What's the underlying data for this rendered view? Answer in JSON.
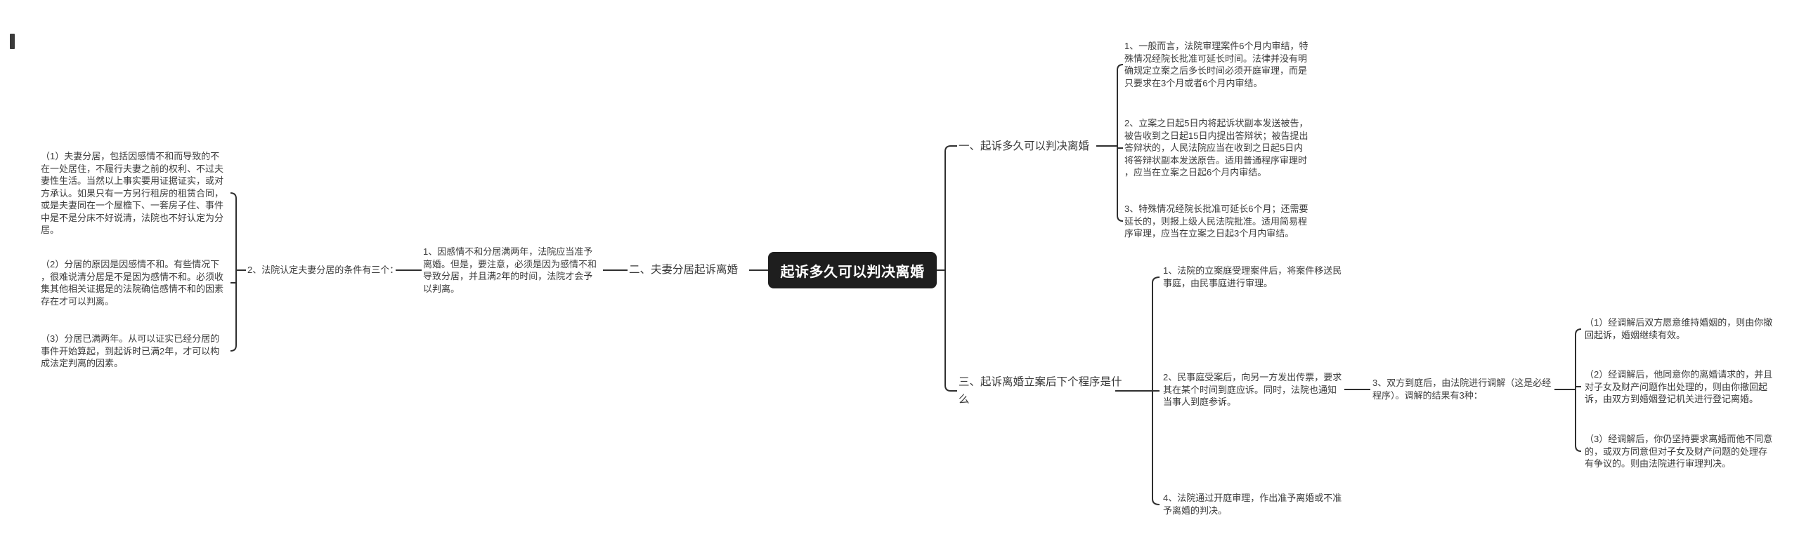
{
  "root": {
    "label": "起诉多久可以判决离婚"
  },
  "colors": {
    "root_bg": "#1e1e1e",
    "root_text": "#ffffff",
    "text": "#3c3c3c",
    "line": "#2f2f2f",
    "background": "#ffffff"
  },
  "branches": {
    "b1": {
      "label": "一、起诉多久可以判决离婚",
      "children": [
        {
          "text": "1、一般而言，法院审理案件6个月内审结，特殊情况经院长批准可延长时间。法律并没有明确规定立案之后多长时间必须开庭审理，而是只要求在3个月或者6个月内审结。"
        },
        {
          "text": "2、立案之日起5日内将起诉状副本发送被告，被告收到之日起15日内提出答辩状；被告提出答辩状的，人民法院应当在收到之日起5日内将答辩状副本发送原告。适用普通程序审理时，应当在立案之日起6个月内审结。"
        },
        {
          "text": "3、特殊情况经院长批准可延长6个月；还需要延长的，则报上级人民法院批准。适用简易程序审理，应当在立案之日起3个月内审结。"
        }
      ]
    },
    "b2": {
      "label": "二、夫妻分居起诉离婚",
      "child": {
        "text": "1、因感情不和分居满两年，法院应当准予离婚。但是，要注意，必须是因为感情不和导致分居，并且满2年的时间，法院才会予以判离。",
        "child": {
          "text": "2、法院认定夫妻分居的条件有三个：",
          "children": [
            {
              "text": "（1）夫妻分居，包括因感情不和而导致的不在一处居住，不履行夫妻之前的权利、不过夫妻性生活。当然以上事实要用证据证实，或对方承认。如果只有一方另行租房的租赁合同，或是夫妻同在一个屋檐下、一套房子住、事件中是不是分床不好说清，法院也不好认定为分居。"
            },
            {
              "text": "（2）分居的原因是因感情不和。有些情况下，很难说清分居是不是因为感情不和。必须收集其他相关证据是的法院确信感情不和的因素存在才可以判离。"
            },
            {
              "text": "（3）分居已满两年。从可以证实已经分居的事件开始算起，到起诉时已满2年，才可以构成法定判离的因素。"
            }
          ]
        }
      }
    },
    "b3": {
      "label": "三、起诉离婚立案后下个程序是什么",
      "children": [
        {
          "text": "1、法院的立案庭受理案件后，将案件移送民事庭，由民事庭进行审理。"
        },
        {
          "text": "2、民事庭受案后，向另一方发出传票，要求其在某个时间到庭应诉。同时，法院也通知当事人到庭参诉。",
          "child": {
            "text": "3、双方到庭后，由法院进行调解（这是必经程序）。调解的结果有3种：",
            "children": [
              {
                "text": "（1）经调解后双方愿意维持婚姻的，则由你撤回起诉，婚姻继续有效。"
              },
              {
                "text": "（2）经调解后，他同意你的离婚请求的，并且对子女及财产问题作出处理的，则由你撤回起诉，由双方到婚姻登记机关进行登记离婚。"
              },
              {
                "text": "（3）经调解后，你仍坚持要求离婚而他不同意的，或双方同意但对子女及财产问题的处理存有争议的。则由法院进行审理判决。"
              }
            ]
          }
        },
        {
          "text": "4、法院通过开庭审理，作出准予离婚或不准予离婚的判决。"
        }
      ]
    }
  }
}
